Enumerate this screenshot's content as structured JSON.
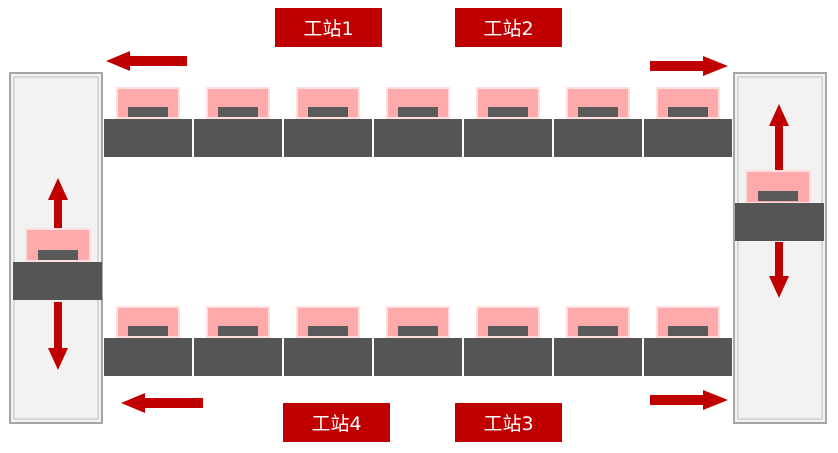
{
  "stations": {
    "s1": "工站1",
    "s2": "工站2",
    "s3": "工站3",
    "s4": "工站4"
  },
  "colors": {
    "accent_red": "#c00000",
    "belt_gray": "#555555",
    "pallet_pink": "#ffaaaa",
    "pallet_light_pink": "#ffbdbd",
    "slot_gray": "#5a5a5a",
    "elevator_bg": "#f2f2f2",
    "elevator_border": "#a6a6a6"
  },
  "layout_counts": {
    "top_segments": 7,
    "bottom_segments": 7
  }
}
